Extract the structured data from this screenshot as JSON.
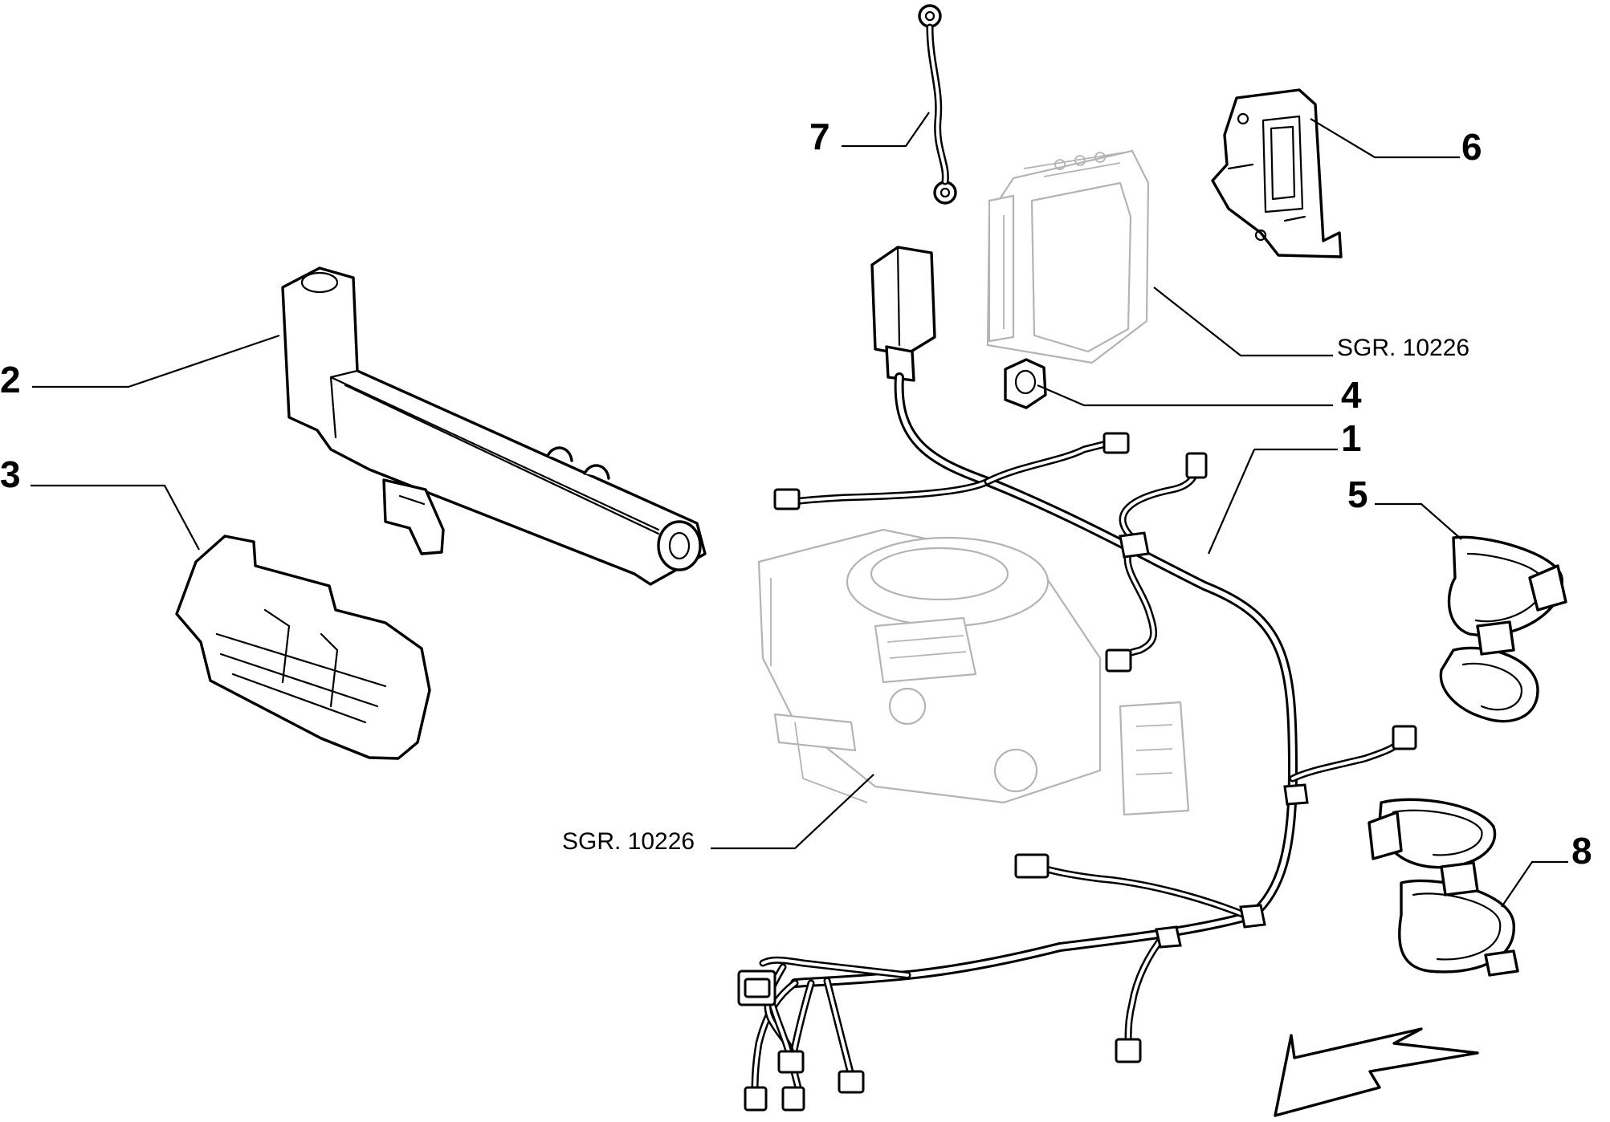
{
  "diagram": {
    "callouts": [
      {
        "id": "1",
        "label": "1"
      },
      {
        "id": "2",
        "label": "2"
      },
      {
        "id": "3",
        "label": "3"
      },
      {
        "id": "4",
        "label": "4"
      },
      {
        "id": "5",
        "label": "5"
      },
      {
        "id": "6",
        "label": "6"
      },
      {
        "id": "7",
        "label": "7"
      },
      {
        "id": "8",
        "label": "8"
      }
    ],
    "references": [
      {
        "id": "ecu",
        "label": "SGR. 10226"
      },
      {
        "id": "throttle-body",
        "label": "SGR. 10226"
      }
    ]
  }
}
